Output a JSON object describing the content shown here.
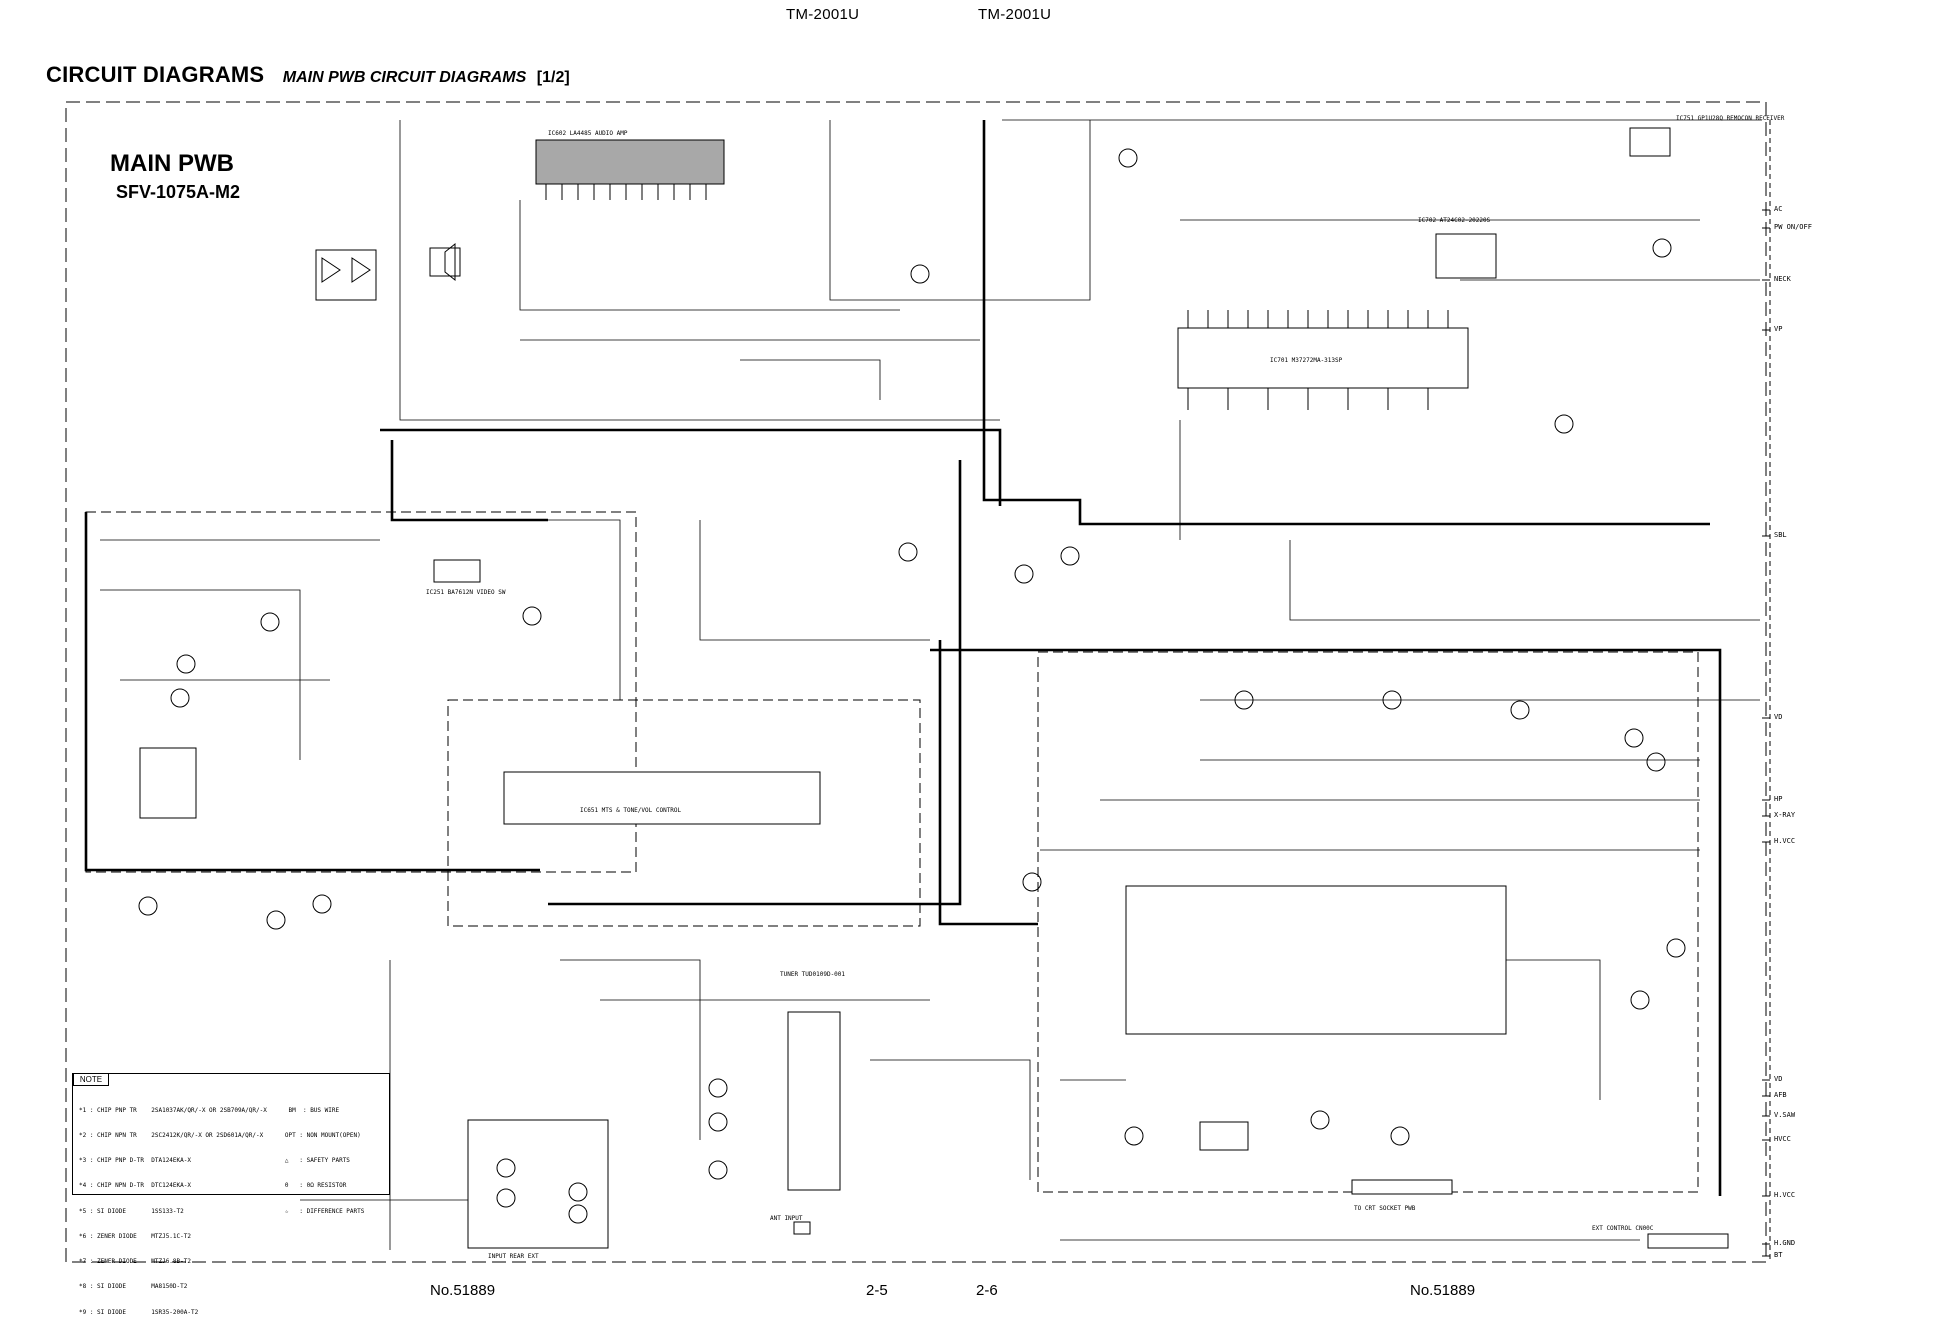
{
  "header": {
    "model_left": "TM-2001U",
    "model_right": "TM-2001U",
    "title": "CIRCUIT DIAGRAMS",
    "subtitle": "MAIN PWB CIRCUIT DIAGRAMS",
    "part": "[1/2]"
  },
  "board": {
    "name": "MAIN PWB",
    "code": "SFV-1075A-M2"
  },
  "footer": {
    "doc_left": "No.51889",
    "page_left": "2-5",
    "page_right": "2-6",
    "doc_right": "No.51889"
  },
  "blocks": {
    "audio_amp": "IC602 LA4485 AUDIO AMP",
    "mpu": "IC701 M37272MA-313SP",
    "memory": "IC702 AT24C02-20220S",
    "video_processor": "IC251 BA7612N VIDEO SW",
    "tone_control": "IC651 MTS & TONE/VOL CONTROL",
    "tuner": "TUNER TUD0109D-001",
    "av_input": "INPUT REAR EXT",
    "crt": "TO CRT SOCKET PWB",
    "ant": "ANT INPUT",
    "remote": "IC751 GP1U28Q REMOCON RECEIVER",
    "ext_control": "EXT CONTROL CN00C"
  },
  "notes": {
    "title": "NOTE",
    "lines": [
      "*1 : CHIP PNP TR    2SA1037AK/QR/-X OR 2SB709A/QR/-X      BM  : BUS WIRE",
      "*2 : CHIP NPN TR    2SC2412K/QR/-X OR 2SD601A/QR/-X      OPT : NON MOUNT(OPEN)",
      "*3 : CHIP PNP D-TR  DTA124EKA-X                          △   : SAFETY PARTS",
      "*4 : CHIP NPN D-TR  DTC124EKA-X                          0   : 0Ω RESISTOR",
      "*5 : SI DIODE       1SS133-T2                            ☆   : DIFFERENCE PARTS",
      "*6 : ZENER DIODE    MTZJ5.1C-T2",
      "*7 : ZENER DIODE    MTZJ6.8B-T2",
      "*8 : SI DIODE       MA8150D-T2",
      "*9 : SI DIODE       1SR35-200A-T2"
    ]
  },
  "connectors": {
    "right_edge": [
      "AC",
      "PW ON/OFF",
      "NECK",
      "VP",
      "SBL",
      "VD",
      "HP",
      "X-RAY",
      "H.VCC",
      "VD",
      "AFB",
      "V.SAW",
      "HVCC",
      "H.VCC",
      "H.GND",
      "BT"
    ]
  },
  "colors": {
    "ink": "#000000",
    "paper": "#ffffff",
    "ic_fill": "#a8a8a8"
  }
}
